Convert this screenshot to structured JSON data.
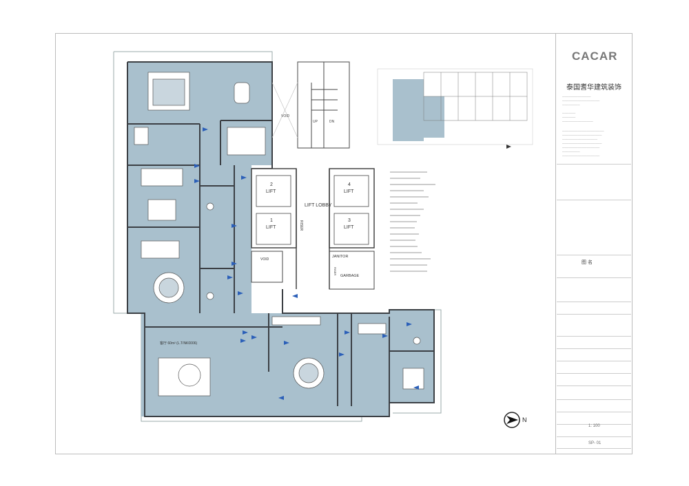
{
  "title_block": {
    "logo": "CACAR",
    "company_name": "泰国耆华建筑装饰",
    "drawing_label": "图 名",
    "scale": "1: 100",
    "sheet_no": "SP- 01"
  },
  "plan": {
    "lift_lobby": "LIFT LOBBY",
    "lifts": [
      "LIFT",
      "LIFT",
      "LIFT",
      "LIFT"
    ],
    "lift_numbers": [
      "2",
      "1",
      "4",
      "3"
    ],
    "void_up": "VOID",
    "up": "UP",
    "dn": "DN",
    "void_low": "VOID",
    "janitor": "JANITOR",
    "garbage": "GARBAGE",
    "riser": "RISER",
    "riser2": "RISER",
    "north": "N",
    "room_living": "客厅 60m² (L.T/NK0006)"
  },
  "colors": {
    "room_fill": "#a9c0cd",
    "wall": "#3b3f44",
    "arrow": "#2b5fb8"
  }
}
